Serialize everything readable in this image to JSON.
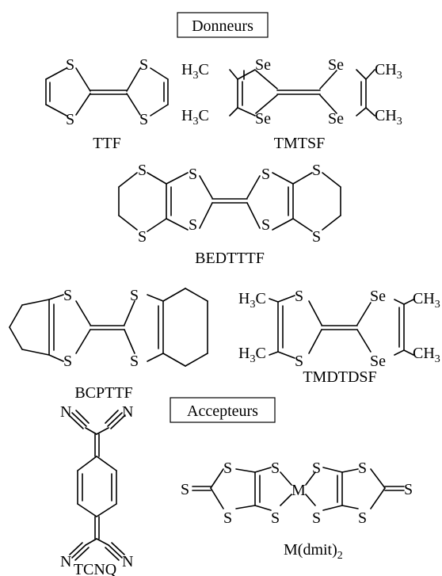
{
  "sections": {
    "donors": "Donneurs",
    "acceptors": "Accepteurs"
  },
  "molecules": {
    "ttf": {
      "name": "TTF"
    },
    "tmtsf": {
      "name": "TMTSF"
    },
    "bedt": {
      "name": "BEDTTTF"
    },
    "bcpttf": {
      "name": "BCPTTF"
    },
    "tmdtdsf": {
      "name": "TMDTDSF"
    },
    "tcnq": {
      "name": "TCNQ"
    },
    "mdmit": {
      "name_main": "M(dmit)",
      "name_sub": "2"
    }
  },
  "atoms": {
    "S": "S",
    "Se": "Se",
    "N": "N",
    "M": "M",
    "CH3": "CH",
    "H3C": "H",
    "C": "C",
    "three": "3"
  }
}
